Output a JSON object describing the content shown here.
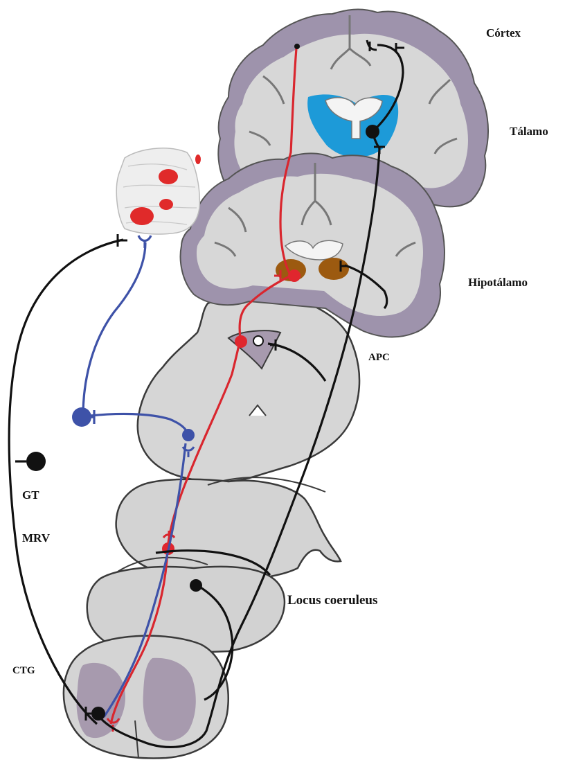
{
  "labels": {
    "cortex": "Córtex",
    "thalamus": "Tálamo",
    "hypothalamus": "Hipotálamo",
    "apc": "APC",
    "gt": "GT",
    "mrv": "MRV",
    "locus": "Locus coeruleus",
    "ctg": "CTG"
  },
  "colors": {
    "tissue": "#d5d5d5",
    "tissue_outline": "#3a3a3a",
    "cortex_grey": "#9e93ac",
    "gray_matter_spinal": "#a79aae",
    "thalamus_blue": "#1d9ad8",
    "hypothalamus_brown": "#9c5a10",
    "red_pathway": "#d9262e",
    "blue_pathway": "#3e52a8",
    "black_pathway": "#111111"
  },
  "icons": {
    "skin_patch": "skin-receptor-icon"
  }
}
